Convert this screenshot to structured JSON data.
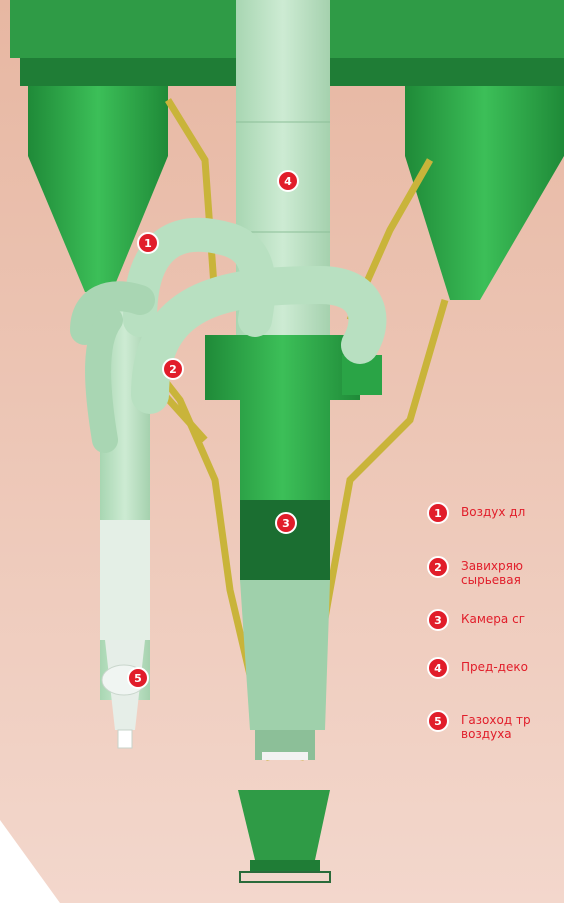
{
  "colors": {
    "background": "#e9b8a4",
    "cyclone_green": "#2f9b46",
    "cyclone_dark": "#1e7a35",
    "duct_light": "#bfe3c7",
    "duct_shade": "#9fcfaa",
    "chamber_green": "#35b84f",
    "yellow_pipe": "#c9b43a",
    "marker_red": "#e11d2a"
  },
  "markers": [
    {
      "num": "1",
      "icon": "numbered-circle-icon"
    },
    {
      "num": "2",
      "icon": "numbered-circle-icon"
    },
    {
      "num": "3",
      "icon": "numbered-circle-icon"
    },
    {
      "num": "4",
      "icon": "numbered-circle-icon"
    },
    {
      "num": "5",
      "icon": "numbered-circle-icon"
    }
  ],
  "legend": [
    {
      "num": "1",
      "text": "Воздух дл"
    },
    {
      "num": "2",
      "text": "Завихряю\nсырьевая"
    },
    {
      "num": "3",
      "text": "Камера сг"
    },
    {
      "num": "4",
      "text": "Пред-деко"
    },
    {
      "num": "5",
      "text": "Газоход тр\nвоздуха"
    }
  ]
}
